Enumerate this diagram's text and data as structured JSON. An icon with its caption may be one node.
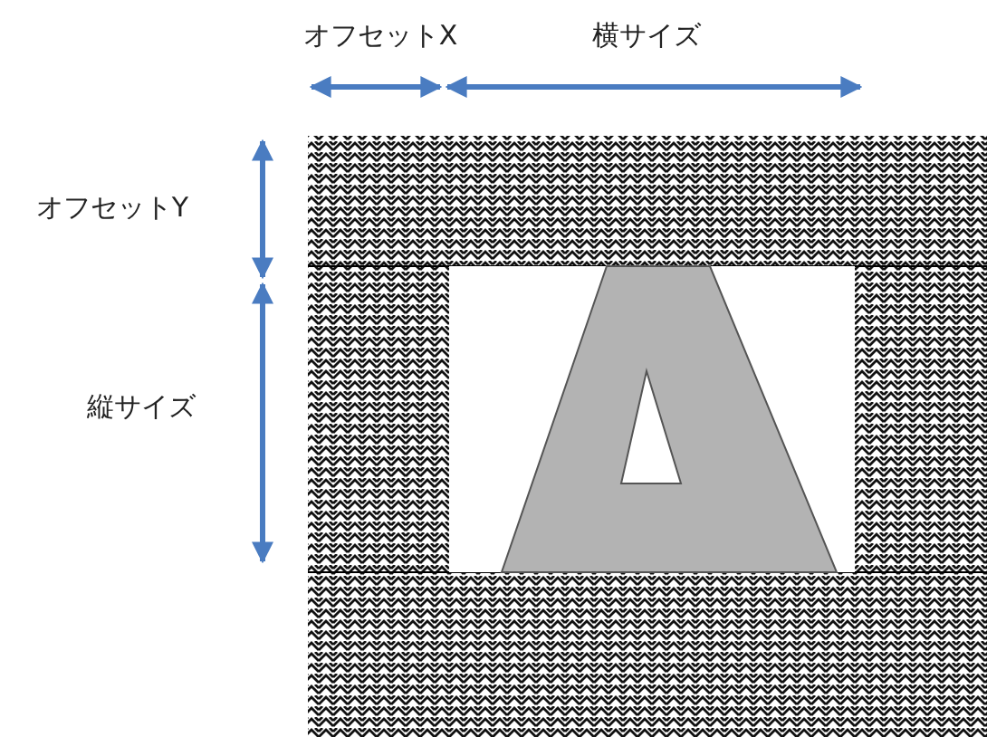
{
  "diagram": {
    "labels": [
      "オフセットX",
      "横サイズ",
      "オフセットY",
      "縦サイズ"
    ]
  }
}
